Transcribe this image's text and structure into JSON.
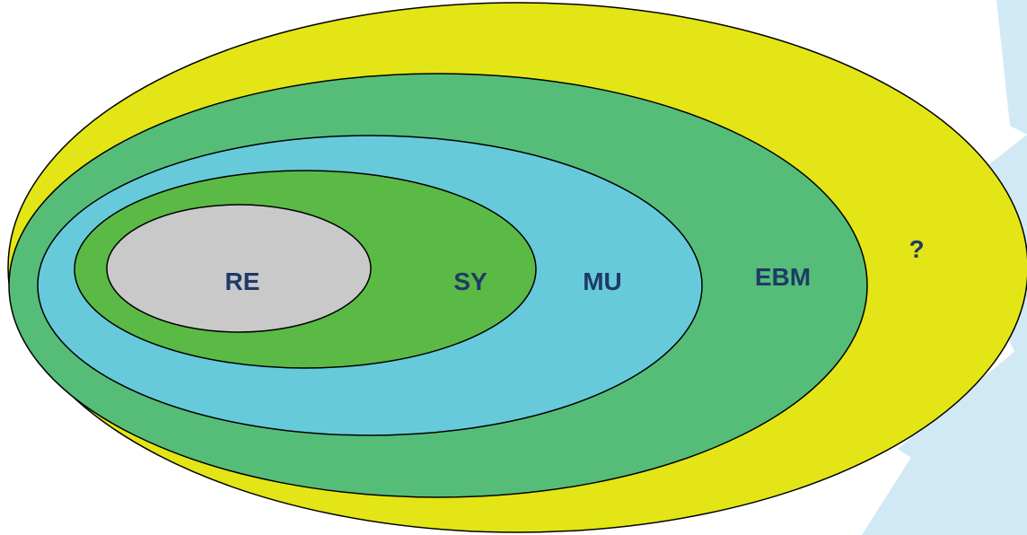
{
  "diagram": {
    "labels": {
      "re": "RE",
      "sy": "SY",
      "mu": "MU",
      "ebm": "EBM",
      "outer": "?"
    }
  },
  "colors": {
    "outer": "#e3e516",
    "ebm": "#55bd78",
    "mu": "#66cadb",
    "sy": "#5bba45",
    "re": "#c9c9c9",
    "label": "#1f3a68",
    "outline": "#000000",
    "watermark": "#b3dcef"
  },
  "icons": {
    "background_watermark": "compass-star-watermark"
  }
}
